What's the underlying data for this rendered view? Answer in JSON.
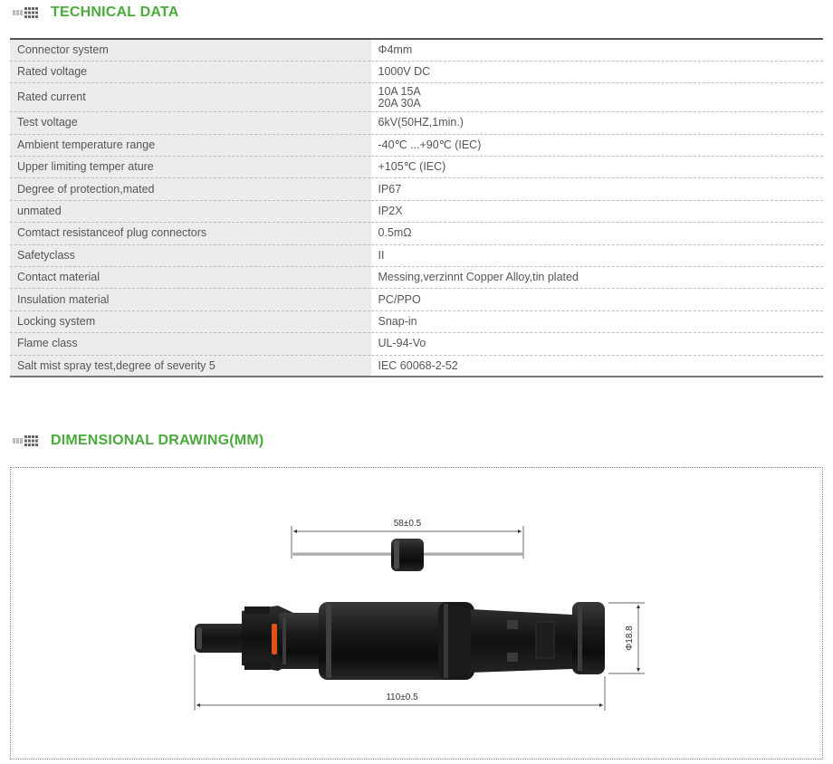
{
  "sections": {
    "technical": {
      "title": "TECHNICAL DATA",
      "icon": "grid-bars-icon"
    },
    "dimensional": {
      "title": "DIMENSIONAL DRAWING(MM)",
      "icon": "grid-bars-icon"
    }
  },
  "colors": {
    "accent": "#4aaa3c",
    "row_bg": "#ececec",
    "rule": "#555555"
  },
  "specs": [
    {
      "label": "Connector system",
      "value": "Φ4mm"
    },
    {
      "label": "Rated voltage",
      "value": "1000V DC"
    },
    {
      "label": "Rated current",
      "value": "10A  15A",
      "value2": "20A  30A"
    },
    {
      "label": "Test voltage",
      "value": "6kV(50HZ,1min.)"
    },
    {
      "label": "Ambient temperature range",
      "value": "-40℃ ...+90℃ (IEC)"
    },
    {
      "label": "Upper limiting temper ature",
      "value": "+105℃ (IEC)"
    },
    {
      "label": "Degree of protection,mated",
      "value": "IP67"
    },
    {
      "label": "unmated",
      "value": "IP2X"
    },
    {
      "label": "Comtact resistanceof plug connectors",
      "value": "0.5mΩ"
    },
    {
      "label": "Safetyclass",
      "value": "II"
    },
    {
      "label": "Contact material",
      "value": "Messing,verzinnt  Copper Alloy,tin plated"
    },
    {
      "label": "Insulation material",
      "value": "PC/PPO"
    },
    {
      "label": "Locking system",
      "value": "Snap-in"
    },
    {
      "label": "Flame class",
      "value": "UL-94-Vo"
    },
    {
      "label": "Salt mist spray test,degree of severity 5",
      "value": "IEC 60068-2-52"
    }
  ],
  "drawing": {
    "fuse_length": "58±0.5",
    "connector_length": "110±0.5",
    "diameter": "Φ18.8"
  }
}
